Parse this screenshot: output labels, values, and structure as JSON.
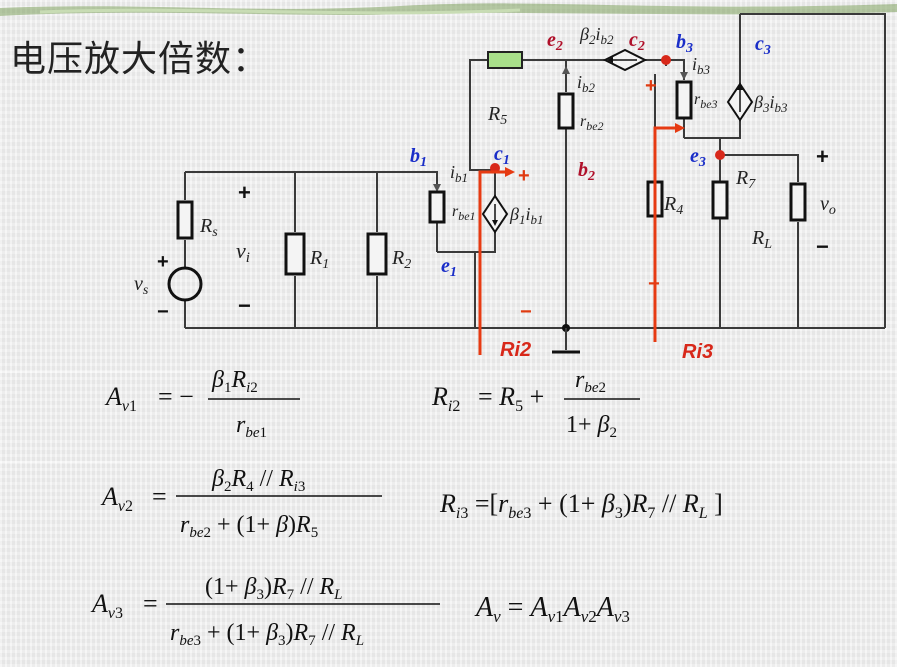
{
  "title": "电压放大倍数：",
  "nodes": {
    "b1": "b1",
    "c1": "c1",
    "e1": "e1",
    "b2": "b2",
    "c2": "c2",
    "e2": "e2",
    "b3": "b3",
    "c3": "c3",
    "e3": "e3"
  },
  "components": {
    "Rs": "Rs",
    "R1": "R1",
    "R2": "R2",
    "R4": "R4",
    "R5": "R5",
    "R7": "R7",
    "RL": "RL",
    "vs": "vs",
    "vi": "vi",
    "vo": "vo",
    "ib1": "ib1",
    "ib2": "ib2",
    "ib3": "ib3",
    "rbe1": "rbe1",
    "rbe2": "rbe2",
    "rbe3": "rbe3",
    "src1": "β1ib1",
    "src2": "β2ib2",
    "src3": "β3ib3"
  },
  "markers": {
    "Ri2": "Ri2",
    "Ri3": "Ri3"
  },
  "equations": {
    "Av1": "Av1 = −β1Ri2 / rbe1",
    "Ri2": "Ri2 = R5 + rbe2 / (1+β2)",
    "Av2": "Av2 = β2R4 // Ri3 / (rbe2 + (1+β)R5)",
    "Ri3": "Ri3 = [rbe3 + (1+β3)R7 // RL]",
    "Av3": "Av3 = (1+β3)R7 // RL / (rbe3 + (1+β3)R7 // RL)",
    "Av": "Av = Av1Av2Av3"
  }
}
